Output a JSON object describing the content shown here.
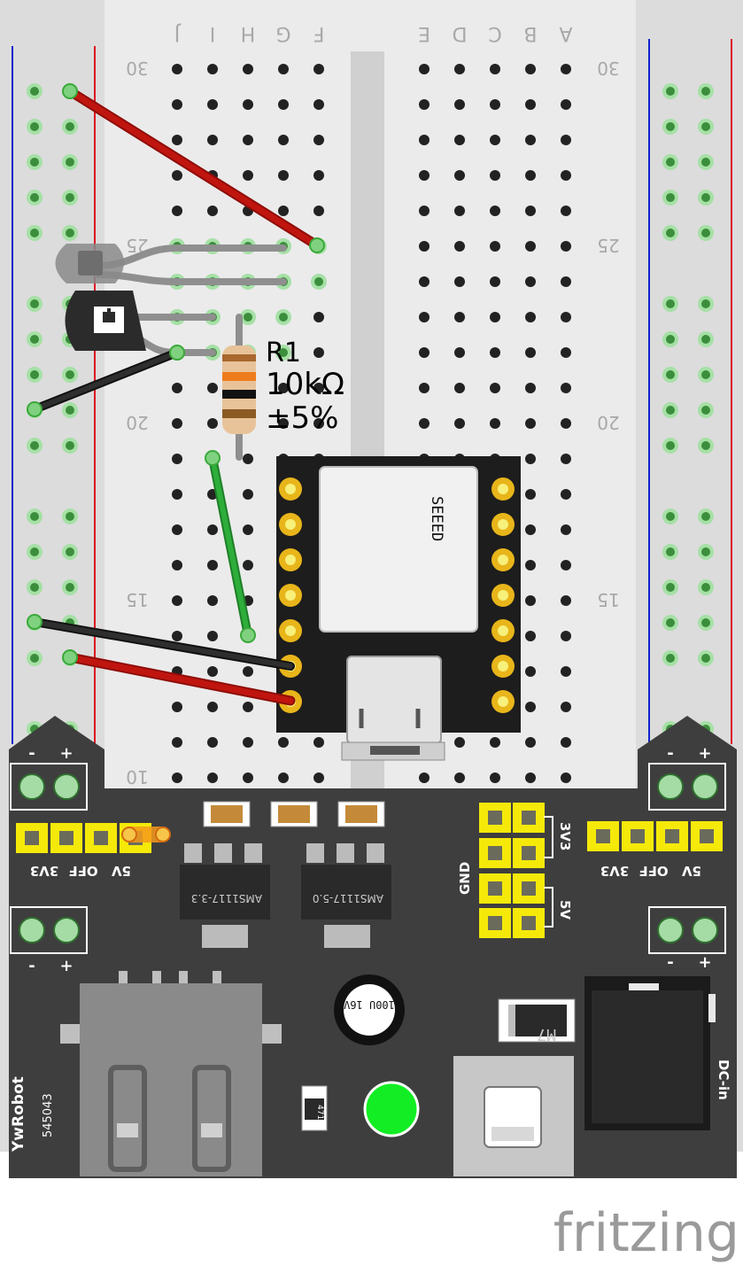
{
  "breadboard": {
    "column_letters_left": [
      "J",
      "I",
      "H",
      "G",
      "F"
    ],
    "column_letters_right": [
      "E",
      "D",
      "C",
      "B",
      "A"
    ],
    "row_numbers": [
      "30",
      "25",
      "20",
      "15",
      "10"
    ]
  },
  "resistor": {
    "name": "R1",
    "value": "10kΩ",
    "tolerance": "±5%"
  },
  "microcontroller": {
    "brand": "SEEED"
  },
  "power_module": {
    "brand": "YwRobot",
    "model": "545043",
    "rail_minus": "-",
    "rail_plus": "+",
    "jumper_left_labels": [
      "5V",
      "OFF",
      "3V3"
    ],
    "jumper_right_labels": [
      "5V",
      "OFF",
      "3V3"
    ],
    "header_labels": {
      "v33": "3V3",
      "gnd": "GND",
      "v5": "5V"
    },
    "regulator_left": "AMS1117-3.3",
    "regulator_right": "AMS1117-5.0",
    "capacitor": "100U 16V",
    "diode": "M7",
    "resistor_code": "471",
    "dc_in": "DC-in"
  },
  "watermark": "fritzing",
  "colors": {
    "wire_red": "#c0150f",
    "wire_black": "#232323",
    "wire_green": "#2ead3a",
    "rail_blue": "#1122cc",
    "rail_red": "#dd1122",
    "header_yellow": "#f5e90a",
    "module_dark": "#3e3e3e",
    "led_green": "#12ee23"
  }
}
